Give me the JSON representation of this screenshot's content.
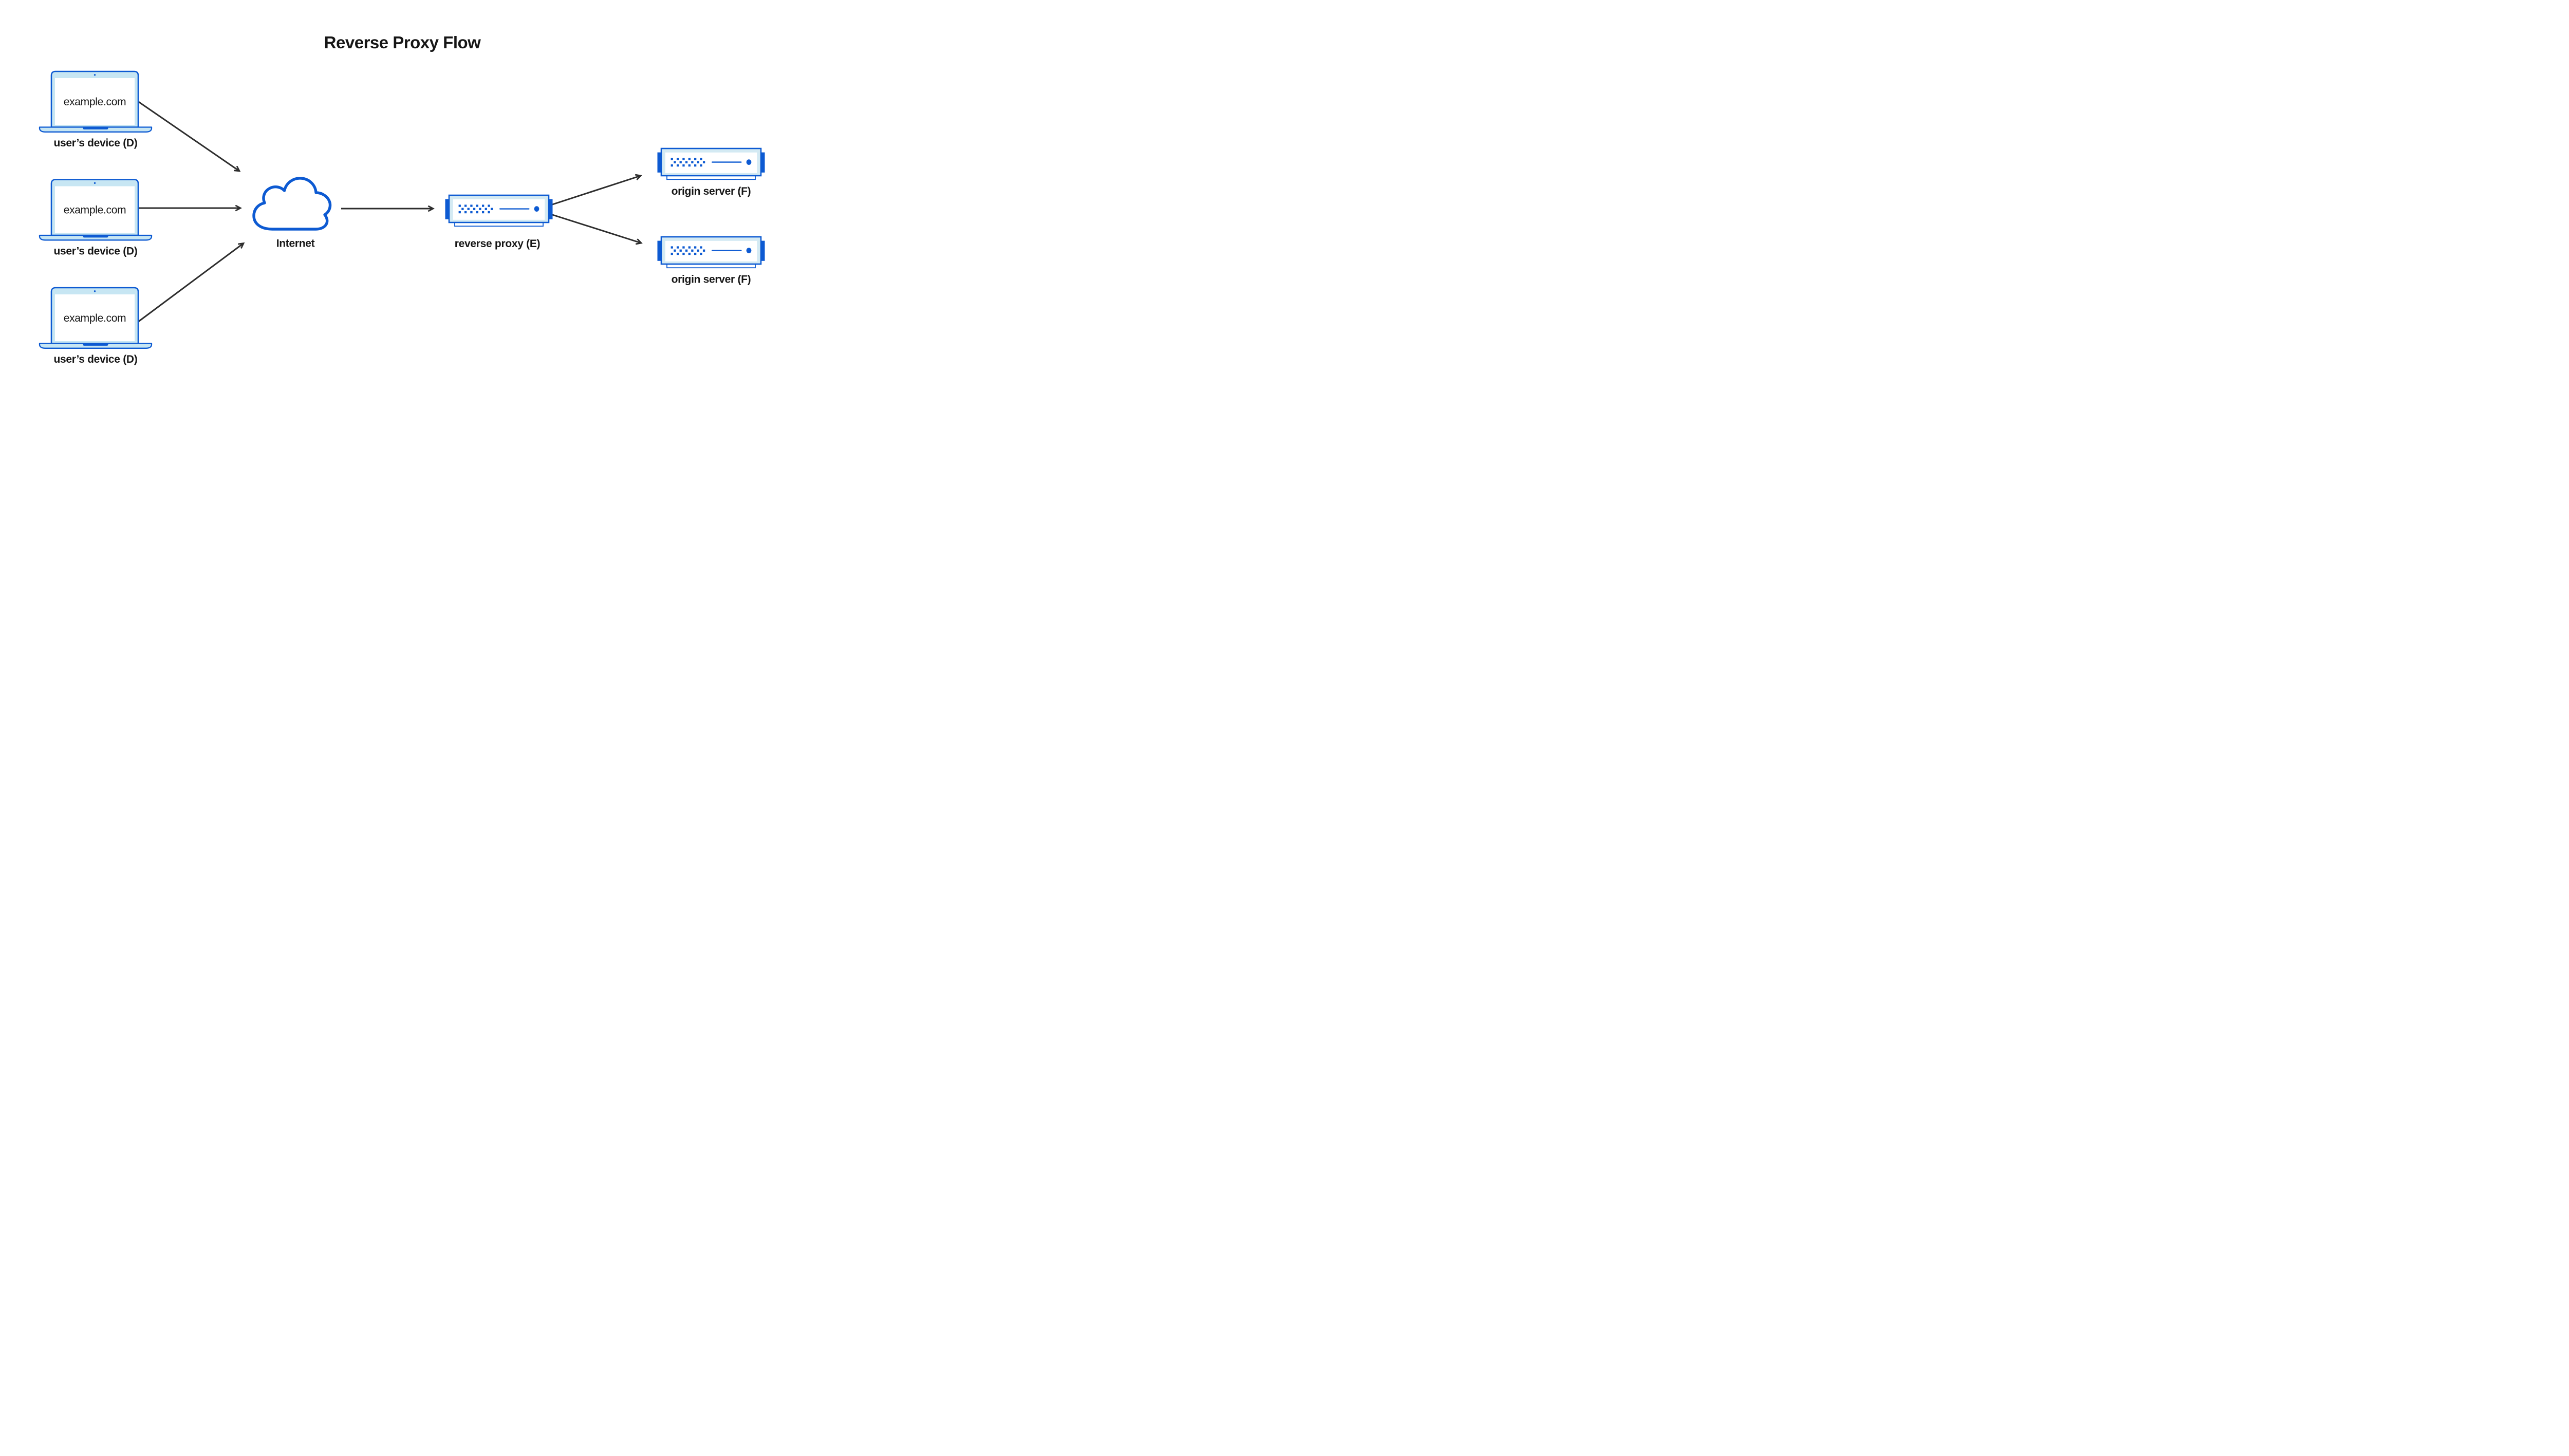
{
  "title": "Reverse Proxy Flow",
  "devices": [
    {
      "screen_text": "example.com",
      "label": "user’s device (D)"
    },
    {
      "screen_text": "example.com",
      "label": "user’s device (D)"
    },
    {
      "screen_text": "example.com",
      "label": "user’s device (D)"
    }
  ],
  "internet": {
    "label": "Internet"
  },
  "reverse_proxy": {
    "label": "reverse proxy (E)"
  },
  "origin_servers": [
    {
      "label": "origin server (F)"
    },
    {
      "label": "origin server (F)"
    }
  ],
  "icons": {
    "device": "laptop-icon",
    "internet": "cloud-icon",
    "reverse_proxy": "server-icon",
    "origin_server": "server-icon",
    "connector": "arrow-icon"
  },
  "colors": {
    "primary_blue": "#0d5ad2",
    "device_fill": "#c7e6f3",
    "server_fill": "#d4eaf3",
    "arrow": "#2e2e2e",
    "text": "#161616",
    "background": "#ffffff"
  }
}
